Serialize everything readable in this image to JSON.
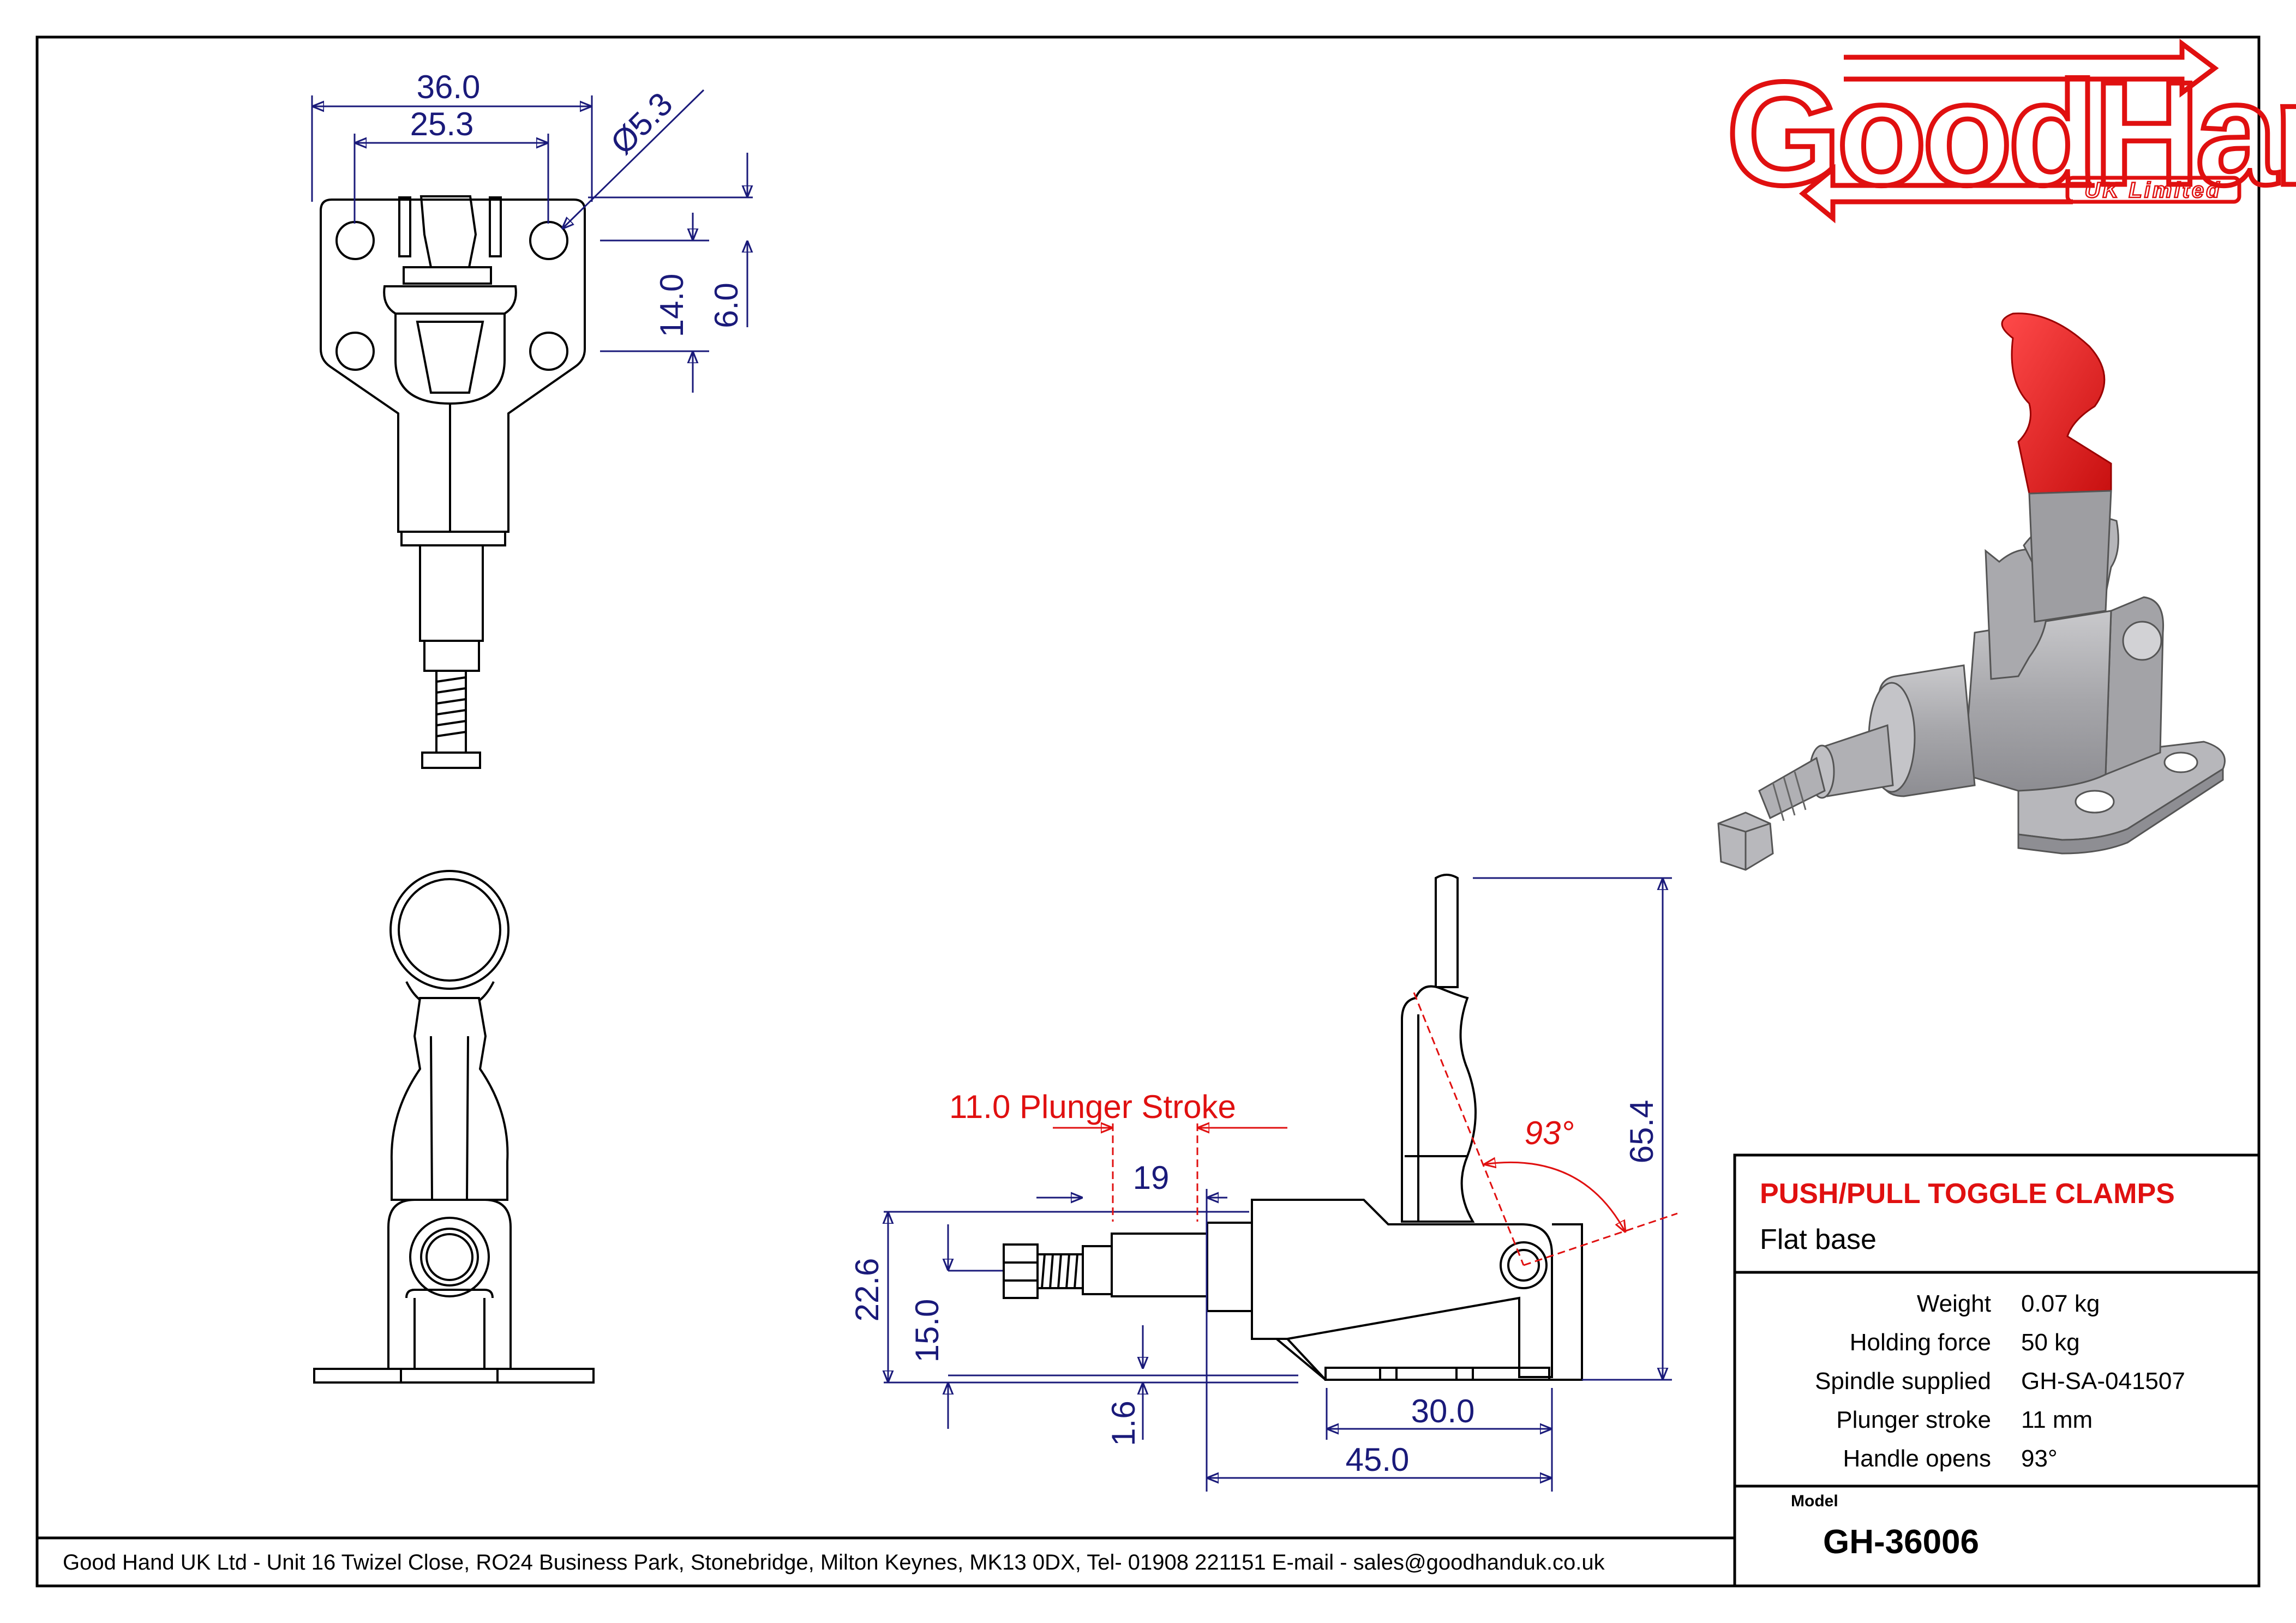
{
  "logo": {
    "word": "GoodHand",
    "sub": "UK Limited"
  },
  "title_block": {
    "heading": "PUSH/PULL TOGGLE CLAMPS",
    "subheading": "Flat base",
    "specs": [
      {
        "label": "Weight",
        "value": "0.07 kg"
      },
      {
        "label": "Holding force",
        "value": "50 kg"
      },
      {
        "label": "Spindle supplied",
        "value": "GH-SA-041507"
      },
      {
        "label": "Plunger stroke",
        "value": "11 mm"
      },
      {
        "label": "Handle opens",
        "value": "93°"
      }
    ],
    "model_label": "Model",
    "model": "GH-36006"
  },
  "footer": "Good Hand UK Ltd  - Unit 16 Twizel Close, RO24 Business Park, Stonebridge, Milton Keynes, MK13 0DX,  Tel- 01908 221151  E-mail - sales@goodhanduk.co.uk",
  "dimensions": {
    "top_width_outer": "36.0",
    "top_width_inner": "25.3",
    "hole_dia": "Ø5.3",
    "hole_pitch_v": "14.0",
    "hole_offset_v": "6.0",
    "stroke_label": "11.0  Plunger Stroke",
    "dim_19": "19",
    "height_overall": "65.4",
    "handle_angle": "93°",
    "h_22_6": "22.6",
    "h_15_0": "15.0",
    "h_1_6": "1.6",
    "w_30_0": "30.0",
    "w_45_0": "45.0"
  },
  "colors": {
    "blue_dim": "#1a1a7a",
    "red": "#e01010",
    "line": "#000000",
    "clamp_grey": "#a9a9ad",
    "handle_red": "#e61e1e"
  }
}
